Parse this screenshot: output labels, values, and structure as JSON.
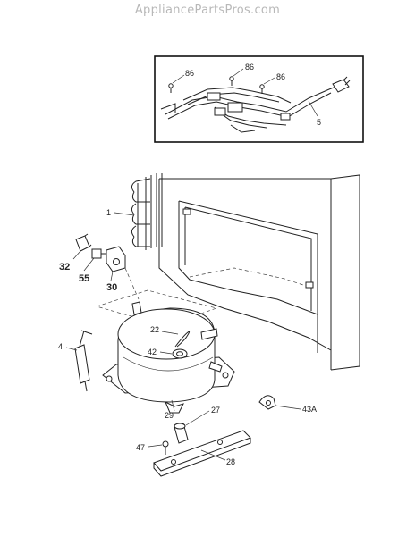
{
  "watermark": "AppliancePartsPros.com",
  "labels": {
    "p86a": "86",
    "p86b": "86",
    "p86c": "86",
    "p5": "5",
    "p1": "1",
    "p32": "32",
    "p55": "55",
    "p30": "30",
    "p22": "22",
    "p42": "42",
    "p4": "4",
    "p29": "29",
    "p43a": "43A",
    "p27": "27",
    "p47": "47",
    "p28": "28"
  }
}
